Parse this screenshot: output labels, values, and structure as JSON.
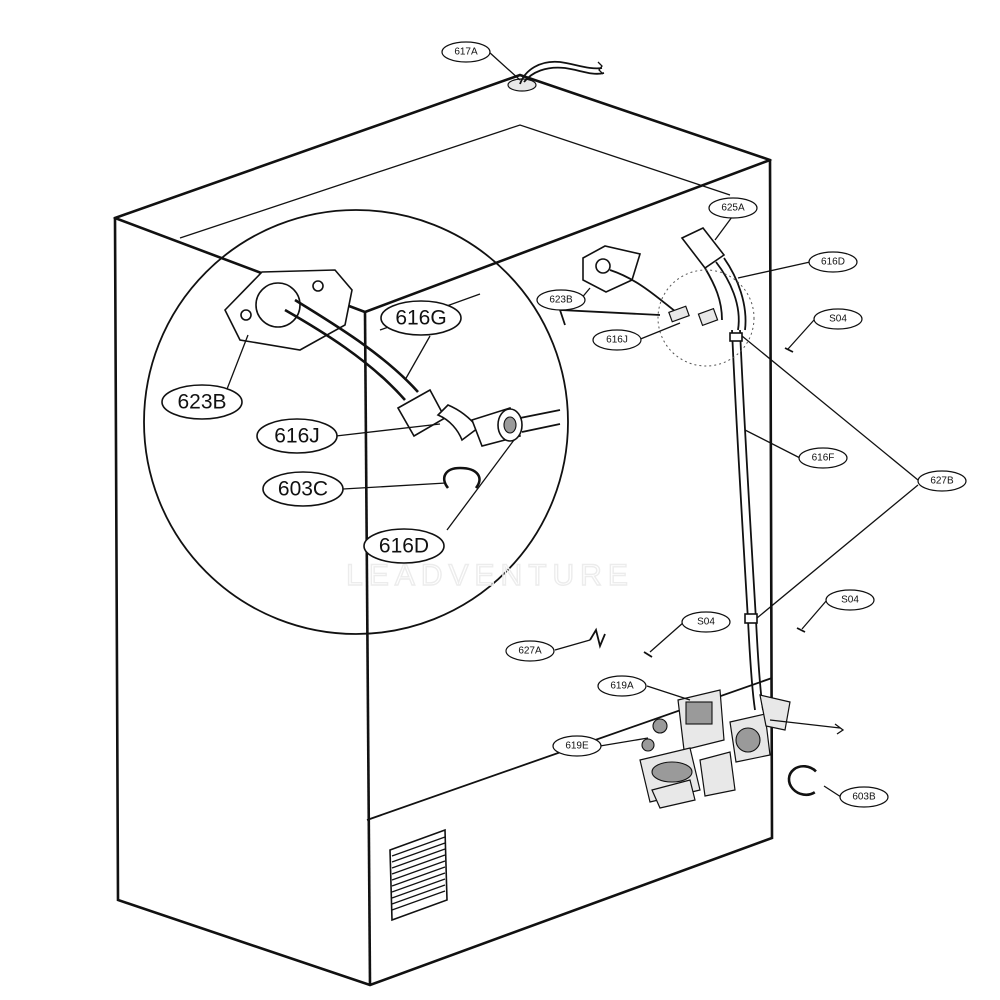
{
  "watermark": "LEADVENTURE",
  "labels": {
    "l617A": "617A",
    "l625A": "625A",
    "l616D": "616D",
    "l623B": "623B",
    "l616J": "616J",
    "lS04a": "S04",
    "l616F": "616F",
    "l627B": "627B",
    "lS04b": "S04",
    "lS04c": "S04",
    "l627A": "627A",
    "l619A": "619A",
    "l619E": "619E",
    "l603B": "603B",
    "z623B": "623B",
    "z616G": "616G",
    "z616J": "616J",
    "z603C": "603C",
    "z616D": "616D"
  }
}
